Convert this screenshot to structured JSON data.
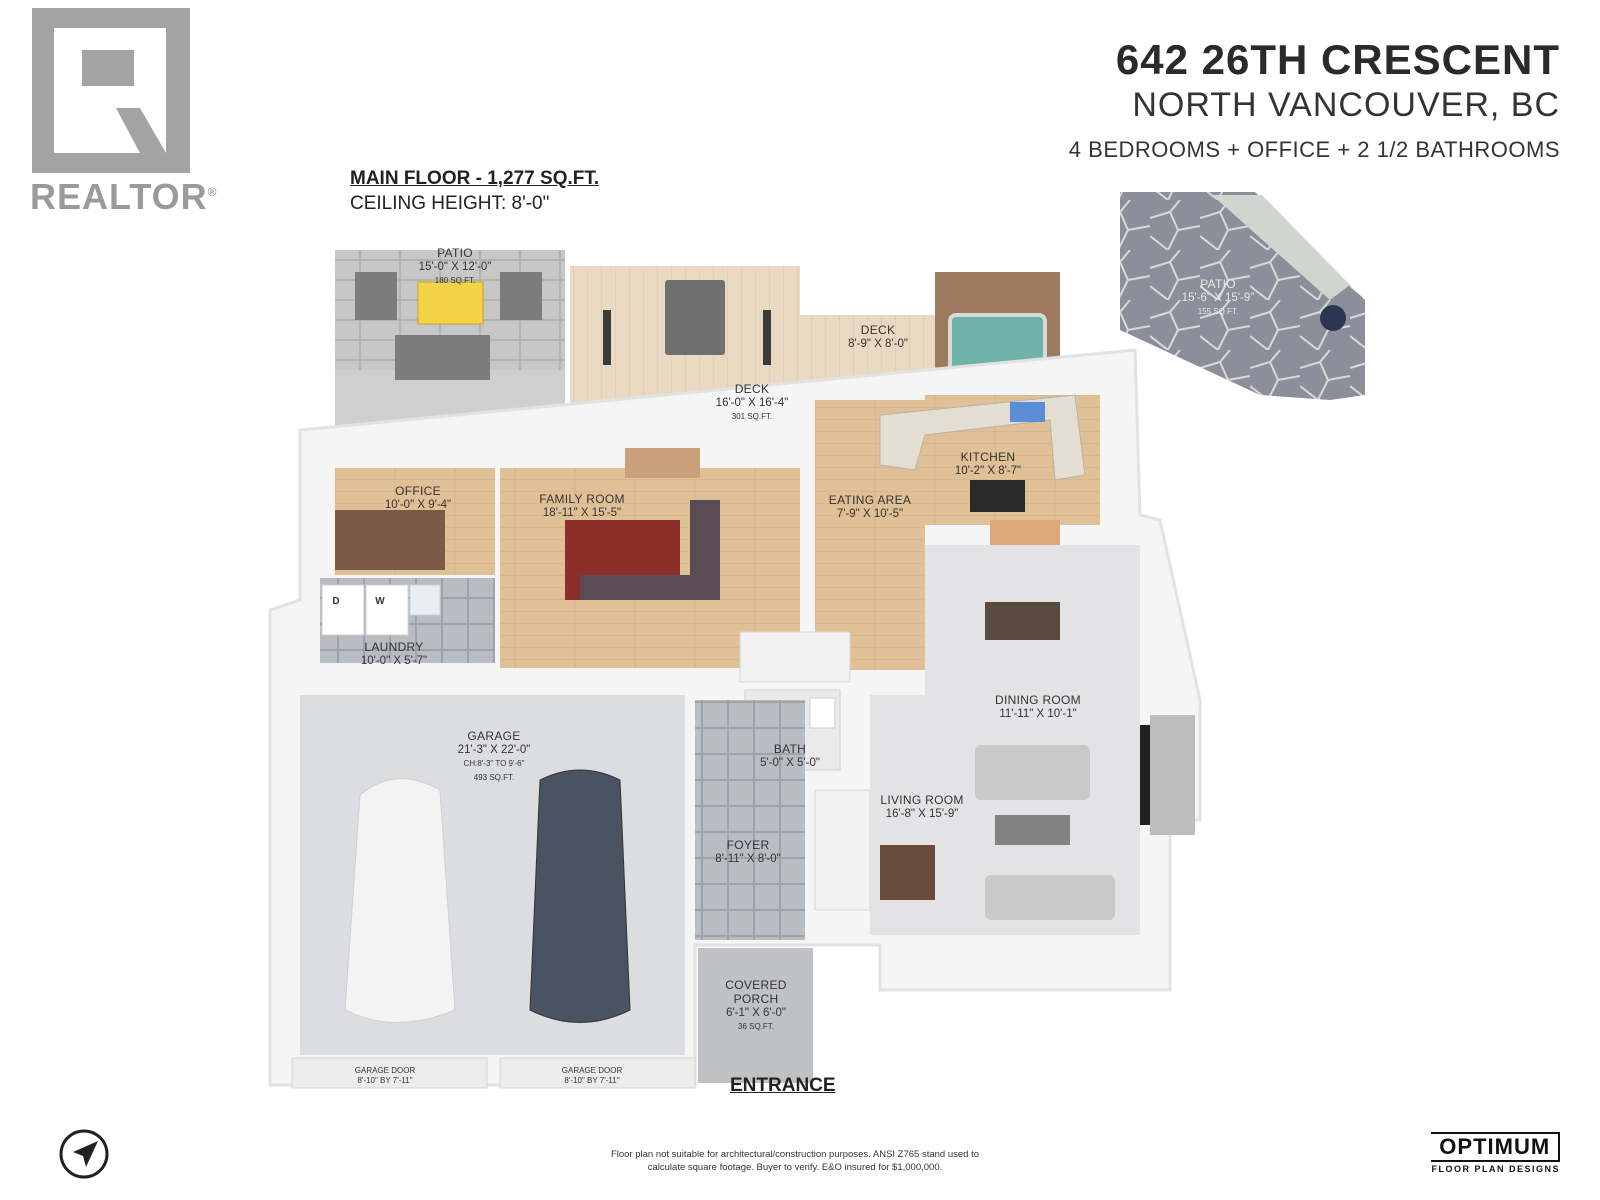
{
  "logo": {
    "brand": "REALTOR",
    "mark": "®",
    "icon": "realtor-r-icon"
  },
  "listing": {
    "address": "642 26TH CRESCENT",
    "city": "NORTH VANCOUVER, BC",
    "summary": "4 BEDROOMS + OFFICE + 2 1/2 BATHROOMS"
  },
  "floor": {
    "title": "MAIN FLOOR - 1,277 SQ.FT.",
    "ceiling": "CEILING HEIGHT: 8'-0\""
  },
  "rooms": {
    "patio_left": {
      "name": "PATIO",
      "dims": "15'-0\" X 12'-0\"",
      "area": "180 SQ.FT."
    },
    "deck_main": {
      "name": "DECK",
      "dims": "16'-0\" X 16'-4\"",
      "area": "301 SQ.FT."
    },
    "deck_small": {
      "name": "DECK",
      "dims": "8'-9\" X 8'-0\""
    },
    "patio_right": {
      "name": "PATIO",
      "dims": "15'-6\" X 15'-9\"",
      "area": "155 SQ.FT."
    },
    "kitchen": {
      "name": "KITCHEN",
      "dims": "10'-2\" X 8'-7\""
    },
    "office": {
      "name": "OFFICE",
      "dims": "10'-0\" X 9'-4\""
    },
    "family_room": {
      "name": "FAMILY ROOM",
      "dims": "18'-11\" X 15'-5\""
    },
    "eating_area": {
      "name": "EATING AREA",
      "dims": "7'-9\" X 10'-5\""
    },
    "laundry": {
      "name": "LAUNDRY",
      "dims": "10'-0\" X 5'-7\""
    },
    "dining_room": {
      "name": "DINING ROOM",
      "dims": "11'-11\" X 10'-1\""
    },
    "garage": {
      "name": "GARAGE",
      "dims": "21'-3\" X 22'-0\"",
      "ceiling": "CH:8'-3\" TO 9'-6\"",
      "area": "493 SQ.FT."
    },
    "bath": {
      "name": "BATH",
      "dims": "5'-0\" X 5'-0\""
    },
    "living_room": {
      "name": "LIVING ROOM",
      "dims": "16'-8\" X 15'-9\""
    },
    "foyer": {
      "name": "FOYER",
      "dims": "8'-11\" X 8'-0\""
    },
    "covered_porch": {
      "name": "COVERED",
      "name2": "PORCH",
      "dims": "6'-1\" X 6'-0\"",
      "area": "36 SQ.FT."
    },
    "garage_door_1": {
      "name": "GARAGE DOOR",
      "dims": "8'-10\" BY 7'-11\""
    },
    "garage_door_2": {
      "name": "GARAGE DOOR",
      "dims": "8'-10\" BY 7'-11\""
    }
  },
  "appliance_labels": {
    "dryer": "D",
    "washer": "W"
  },
  "entrance": "ENTRANCE",
  "disclaimer": {
    "line1": "Floor plan not suitable for architectural/construction purposes. ANSI Z765 stand used to",
    "line2": "calculate square footage. Buyer to verify.  E&O insured for $1,000,000."
  },
  "compass_icon": "north-arrow-icon",
  "footer_logo": {
    "brand": "OPTIMUM",
    "tagline": "FLOOR PLAN DESIGNS"
  },
  "colors": {
    "wood_floor": "#e2c29a",
    "tile_floor": "#b9bdc4",
    "carpet_floor": "#e4e4e6",
    "wall": "#f7f7f7",
    "deck": "#e8d8c2",
    "stone_patio": "#8a8d96"
  }
}
